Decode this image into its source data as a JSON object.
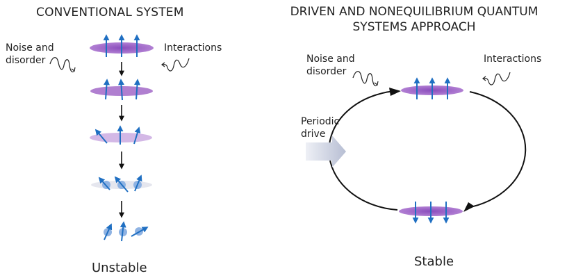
{
  "left_panel": {
    "title": "CONVENTIONAL SYSTEM",
    "noise_label_line1": "Noise and",
    "noise_label_line2": "disorder",
    "interactions_label": "Interactions",
    "caption": "Unstable"
  },
  "right_panel": {
    "title_line1": "DRIVEN AND NONEQUILIBRIUM QUANTUM",
    "title_line2": "SYSTEMS APPROACH",
    "noise_label_line1": "Noise and",
    "noise_label_line2": "disorder",
    "interactions_label": "Interactions",
    "drive_label_line1": "Periodic",
    "drive_label_line2": "drive",
    "caption": "Stable"
  },
  "colors": {
    "spin_arrow": "#1f6fc2",
    "disc_purple": "#9b5fc0",
    "flow_arrow": "#111111",
    "drive_arrow": "#c9cfe0"
  }
}
